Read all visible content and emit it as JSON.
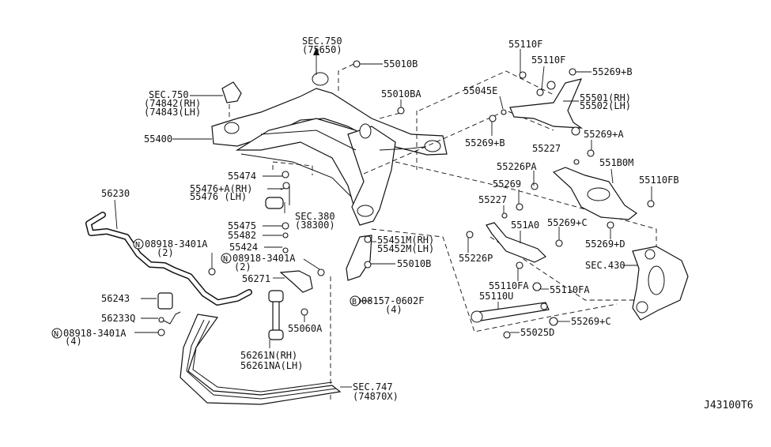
{
  "diagram_id": "J43100T6",
  "callouts": {
    "sec750_top": "SEC.750",
    "sec750_top_ref": "(75650)",
    "c55010b_top": "55010B",
    "sec750_left": "SEC.750",
    "sec750_left_rh": "(74842(RH)",
    "sec750_left_lh": "(74843(LH)",
    "c55400": "55400",
    "c55010ba": "55010BA",
    "c55110f_a": "55110F",
    "c55110f_b": "55110F",
    "c55269b_top": "55269+B",
    "c55045e": "55045E",
    "c55501rh": "55501(RH)",
    "c55502lh": "55502(LH)",
    "c55269b_bot": "55269+B",
    "c55269a": "55269+A",
    "c55227_a": "55227",
    "c55226pa": "55226PA",
    "c551b0m": "551B0M",
    "c55110fb": "55110FB",
    "c55269": "55269",
    "c55227_b": "55227",
    "c551a0": "551A0",
    "c55269c_a": "55269+C",
    "c55269d": "55269+D",
    "c55226p": "55226P",
    "sec430": "SEC.430",
    "c55110fa_a": "55110FA",
    "c55110fa_b": "55110FA",
    "c55110u": "55110U",
    "c55269c_b": "55269+C",
    "c55025d": "55025D",
    "c55474": "55474",
    "c55476a_rh": "55476+A(RH)",
    "c55476_lh": "55476 (LH)",
    "sec380": "SEC.380",
    "sec380_ref": "(38300)",
    "c56230": "56230",
    "c55475": "55475",
    "c55482": "55482",
    "c55424": "55424",
    "n08918_a": "08918-3401A",
    "n08918_a_qty": "(2)",
    "n08918_b": "08918-3401A",
    "n08918_b_qty": "(2)",
    "c55451m": "55451M(RH)",
    "c55452m": "55452M(LH)",
    "c55010b_mid": "55010B",
    "c56271": "56271",
    "c56243": "56243",
    "b08157": "08157-0602F",
    "b08157_qty": "(4)",
    "c56233q": "56233Q",
    "n08918_c": "08918-3401A",
    "n08918_c_qty": "(4)",
    "c55060a": "55060A",
    "c56261n": "56261N(RH)",
    "c56261na": "56261NA(LH)",
    "sec747": "SEC.747",
    "sec747_ref": "(74870X)",
    "prefix_n": "N",
    "prefix_b": "B"
  }
}
